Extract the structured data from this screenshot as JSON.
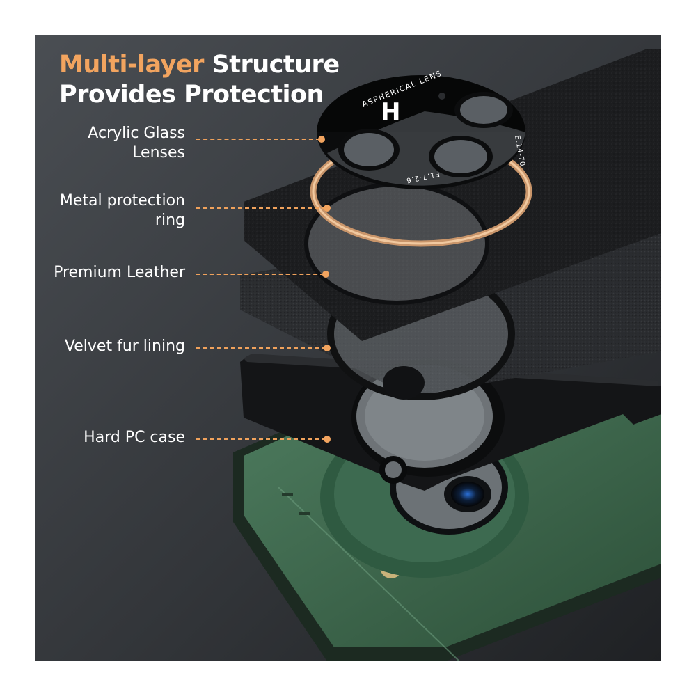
{
  "headline": {
    "accent": "Multi-layer",
    "line1_rest": " Structure",
    "line2": "Provides Protection"
  },
  "callouts": [
    {
      "line1": "Acrylic Glass",
      "line2": "Lenses"
    },
    {
      "line1": "Metal protection",
      "line2": "ring"
    },
    {
      "line1": "Premium Leather",
      "line2": ""
    },
    {
      "line1": "Velvet fur lining",
      "line2": ""
    },
    {
      "line1": "Hard PC case",
      "line2": ""
    }
  ],
  "lens_cover": {
    "arc_text": "ASPHERICAL LENS",
    "logo": "H",
    "spec_bottom": "F1.7-2.6",
    "spec_side": "E.14-70"
  },
  "colors": {
    "accent": "#f2a45f",
    "background": "#3c4045",
    "phone_green": "#3f6a50",
    "ring_gold": "#d9a877"
  }
}
